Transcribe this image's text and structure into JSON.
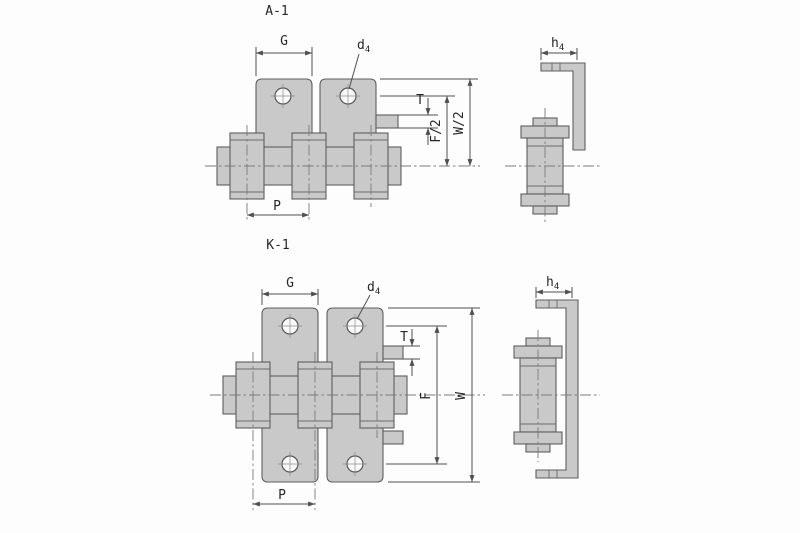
{
  "diagram": {
    "type": "technical-drawing",
    "subject": "Roller chain attachment plates, front and side views",
    "colors": {
      "background": "#fdfdfd",
      "part_fill": "#c9c9c9",
      "part_stroke": "#5e5e5e",
      "dimension_lines": "#4f4f4f",
      "text": "#262626"
    }
  },
  "a1": {
    "title": "A-1",
    "dim_G": "G",
    "d4_base": "d",
    "d4_sub": "4",
    "dim_T": "T",
    "dim_F_half": "F/2",
    "dim_W_half": "W/2",
    "dim_P": "P",
    "h4_base": "h",
    "h4_sub": "4"
  },
  "k1": {
    "title": "K-1",
    "dim_G": "G",
    "d4_base": "d",
    "d4_sub": "4",
    "dim_T": "T",
    "dim_F": "F",
    "dim_W": "W",
    "dim_P": "P",
    "h4_base": "h",
    "h4_sub": "4"
  }
}
